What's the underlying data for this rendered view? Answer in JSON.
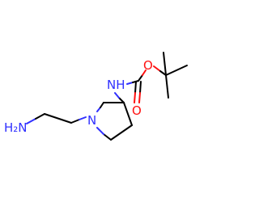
{
  "molecule": {
    "atoms": {
      "amine_n": "H₂N",
      "ring_n": "N",
      "carbamate_nh": "NH",
      "ether_o": "O",
      "carbonyl_o": "O"
    },
    "colors": {
      "bond": "#000000",
      "nitrogen": "#3030ff",
      "oxygen": "#ff1010",
      "background": "#ffffff"
    }
  }
}
